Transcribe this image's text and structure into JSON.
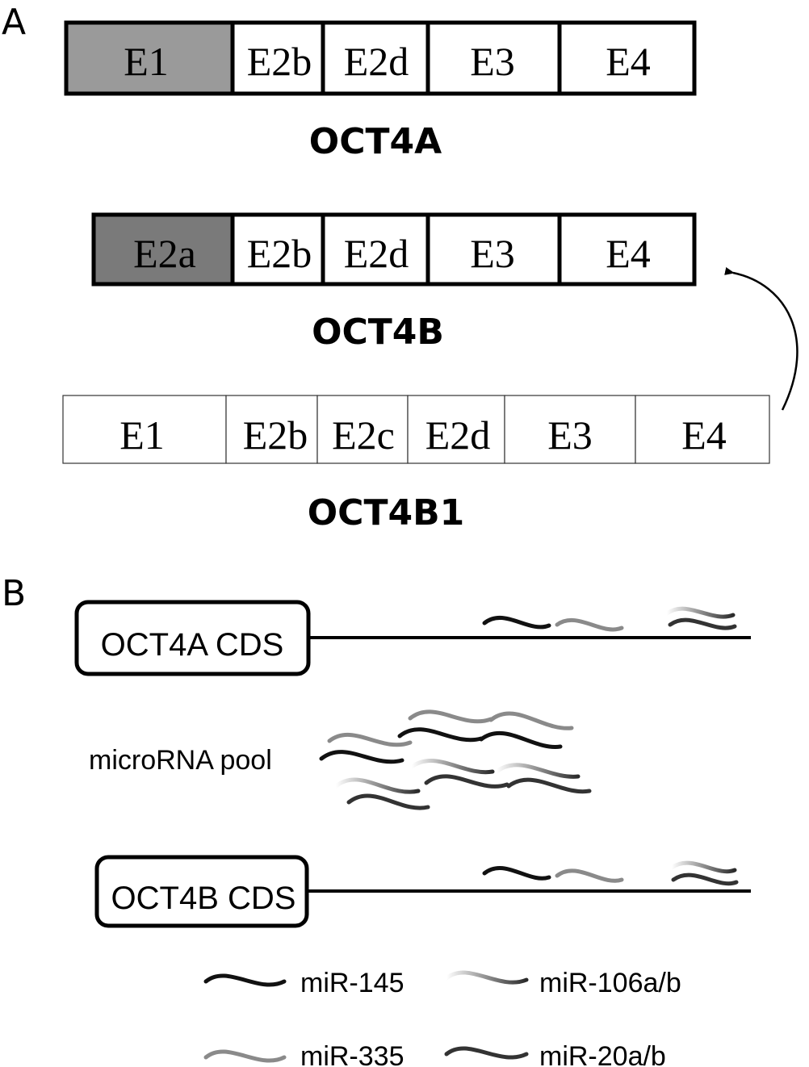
{
  "panel_a": {
    "letter": "A",
    "isoforms": [
      {
        "name": "OCT4A",
        "exons": [
          {
            "label": "E1",
            "fill": "#9a9a9a"
          },
          {
            "label": "E2b",
            "fill": "#ffffff"
          },
          {
            "label": "E2d",
            "fill": "#ffffff"
          },
          {
            "label": "E3",
            "fill": "#ffffff"
          },
          {
            "label": "E4",
            "fill": "#ffffff"
          }
        ]
      },
      {
        "name": "OCT4B",
        "exons": [
          {
            "label": "E2a",
            "fill": "#7a7a7a"
          },
          {
            "label": "E2b",
            "fill": "#ffffff"
          },
          {
            "label": "E2d",
            "fill": "#ffffff"
          },
          {
            "label": "E3",
            "fill": "#ffffff"
          },
          {
            "label": "E4",
            "fill": "#ffffff"
          }
        ]
      },
      {
        "name": "OCT4B1",
        "exons": [
          {
            "label": "E1",
            "fill": "#ffffff"
          },
          {
            "label": "E2b",
            "fill": "#ffffff"
          },
          {
            "label": "E2c",
            "fill": "#ffffff"
          },
          {
            "label": "E2d",
            "fill": "#ffffff"
          },
          {
            "label": "E3",
            "fill": "#ffffff"
          },
          {
            "label": "E4",
            "fill": "#ffffff"
          }
        ]
      }
    ]
  },
  "panel_b": {
    "letter": "B",
    "cds_a": "OCT4A CDS",
    "cds_b": "OCT4B CDS",
    "pool_label": "microRNA pool"
  },
  "legend": [
    {
      "id": "mir145",
      "label": "miR-145",
      "color": "#111111",
      "style": "solid"
    },
    {
      "id": "mir106",
      "label": "miR-106a/b",
      "color": "#555555",
      "style": "fade"
    },
    {
      "id": "mir335",
      "label": "miR-335",
      "color": "#8a8a8a",
      "style": "solid"
    },
    {
      "id": "mir20",
      "label": "miR-20a/b",
      "color": "#333333",
      "style": "solid"
    }
  ]
}
